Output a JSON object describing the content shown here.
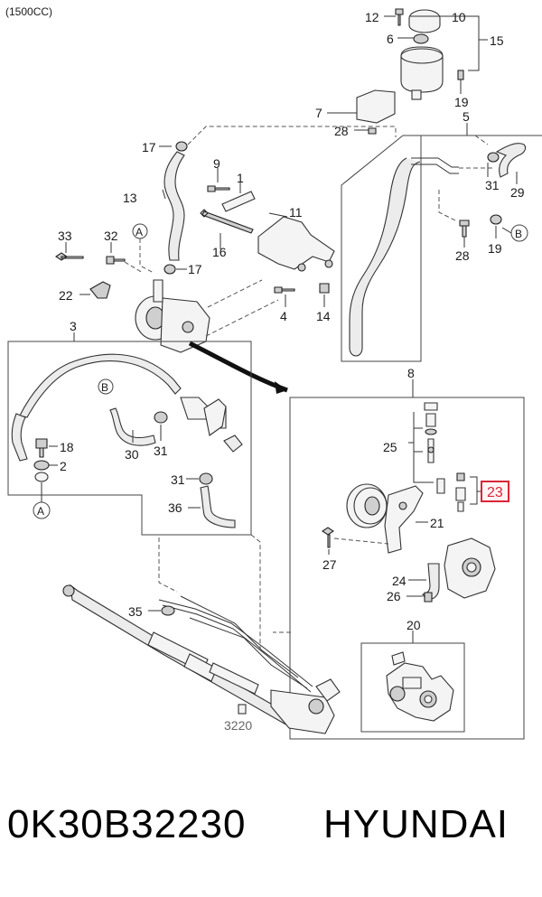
{
  "diagram": {
    "variant_label": "(1500CC)",
    "callouts": {
      "c12": "12",
      "c10": "10",
      "c15": "15",
      "c6": "6",
      "c7": "7",
      "c19a": "19",
      "c28a": "28",
      "c5": "5",
      "c17a": "17",
      "c9": "9",
      "c1": "1",
      "c13": "13",
      "c31a": "31",
      "c29": "29",
      "c11": "11",
      "c28b": "28",
      "c19b": "19",
      "c33": "33",
      "c32": "32",
      "c16": "16",
      "c17b": "17",
      "c22": "22",
      "c4": "4",
      "c14": "14",
      "c3": "3",
      "c8": "8",
      "c18": "18",
      "c2": "2",
      "c30": "30",
      "c31b": "31",
      "c25": "25",
      "c31c": "31",
      "c23": "23",
      "c36": "36",
      "c21": "21",
      "c27": "27",
      "c24": "24",
      "c26": "26",
      "c35": "35",
      "c20": "20",
      "c3220": "3220"
    },
    "markers": {
      "a1": "A",
      "b1": "B",
      "b2": "B",
      "a2": "A"
    },
    "highlight_color": "#d9263a"
  },
  "footer": {
    "part_number": "0K30B32230",
    "brand": "HYUNDAI"
  }
}
